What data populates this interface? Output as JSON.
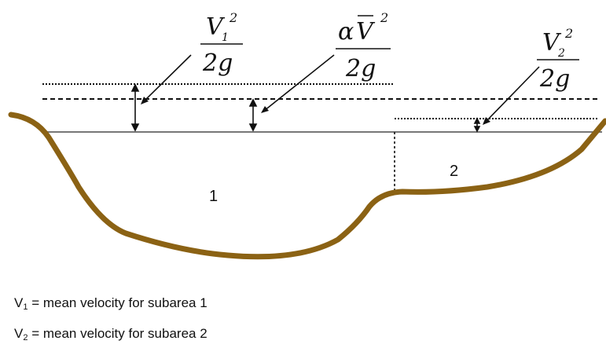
{
  "labels": {
    "head_1": {
      "symbol": "V",
      "subscript": "1",
      "power": "2",
      "denominator": "2g"
    },
    "head_mean": {
      "coef": "α",
      "symbol": "V",
      "power": "2",
      "denominator": "2g"
    },
    "head_2": {
      "symbol": "V",
      "subscript": "2",
      "power": "2",
      "denominator": "2g"
    },
    "subarea_1": "1",
    "subarea_2": "2"
  },
  "legend": [
    {
      "symbol": "V",
      "subscript": "1",
      "text": " = mean velocity for subarea 1"
    },
    {
      "symbol": "V",
      "subscript": "2",
      "text": " = mean velocity for subarea 2"
    }
  ],
  "colors": {
    "channel": "#8B6214",
    "lines": "#111111"
  }
}
